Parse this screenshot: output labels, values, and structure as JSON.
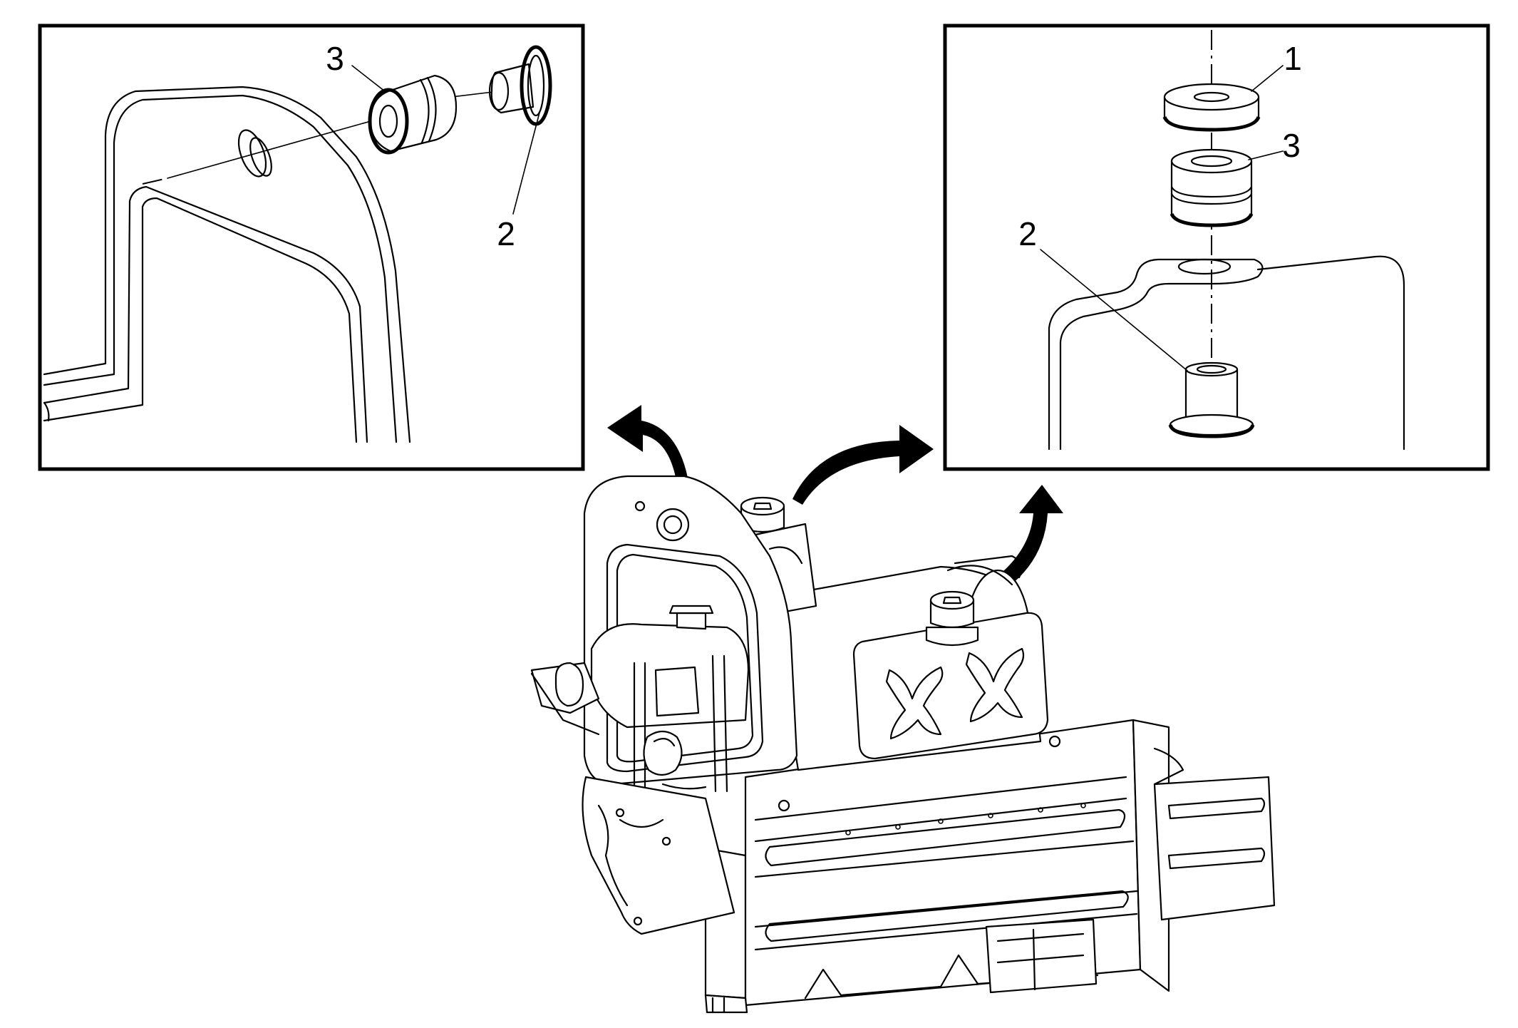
{
  "callouts": {
    "left_inset": {
      "label_3": "3",
      "label_2": "2"
    },
    "right_inset": {
      "label_1": "1",
      "label_3": "3",
      "label_2": "2"
    }
  },
  "colors": {
    "line": "#000000",
    "background": "#ffffff"
  }
}
